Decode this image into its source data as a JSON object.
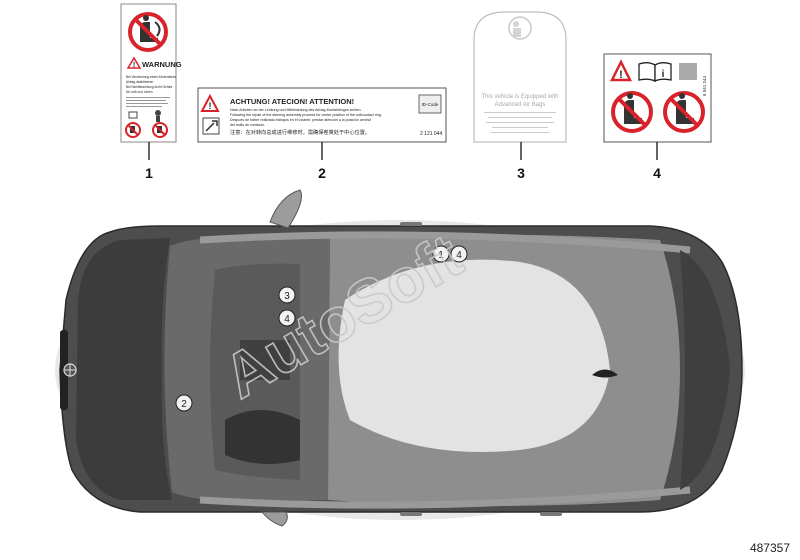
{
  "labels": [
    {
      "number": "1",
      "heading": "WARNUNG",
      "text_lines": [
        "Bei Verwendung eines Kindersitzes",
        "Airbag deaktivieren",
        "Bei Nichtbeachtung droht Gefahr",
        "für Leib und Leben"
      ]
    },
    {
      "number": "2",
      "heading": "ACHTUNG!  ATECION!  ATTENTION!",
      "text_lines": [
        "Nach Arbeiten an der Lenkung und Mittelstellung des Airbag-Kontaktringes achten.",
        "Following the repair of the steering assembly proceed for center position of the coil/contact ring.",
        "Después de haber realizado trabajos en el volante, prestar atención a la posición central",
        "del anillo de contacto."
      ],
      "chinese_line": "注意：在对转向总成进行维修时，需确保卷簧处于中心位置。",
      "badge": "ID-Code",
      "code": "2 121 044"
    },
    {
      "number": "3",
      "text_lines": [
        "This vehicle is Equipped with",
        "Advanced Air Bags"
      ]
    },
    {
      "number": "4",
      "code": "6 941 244"
    }
  ],
  "callouts_on_car": [
    "1",
    "4",
    "3",
    "4",
    "2"
  ],
  "watermark": "AutoSoft",
  "diagram_id": "487357",
  "colors": {
    "warning_red": "#d8232a",
    "car_body": "#4a4a4a",
    "car_roof": "#8c8c8c",
    "label_border": "#555555"
  }
}
